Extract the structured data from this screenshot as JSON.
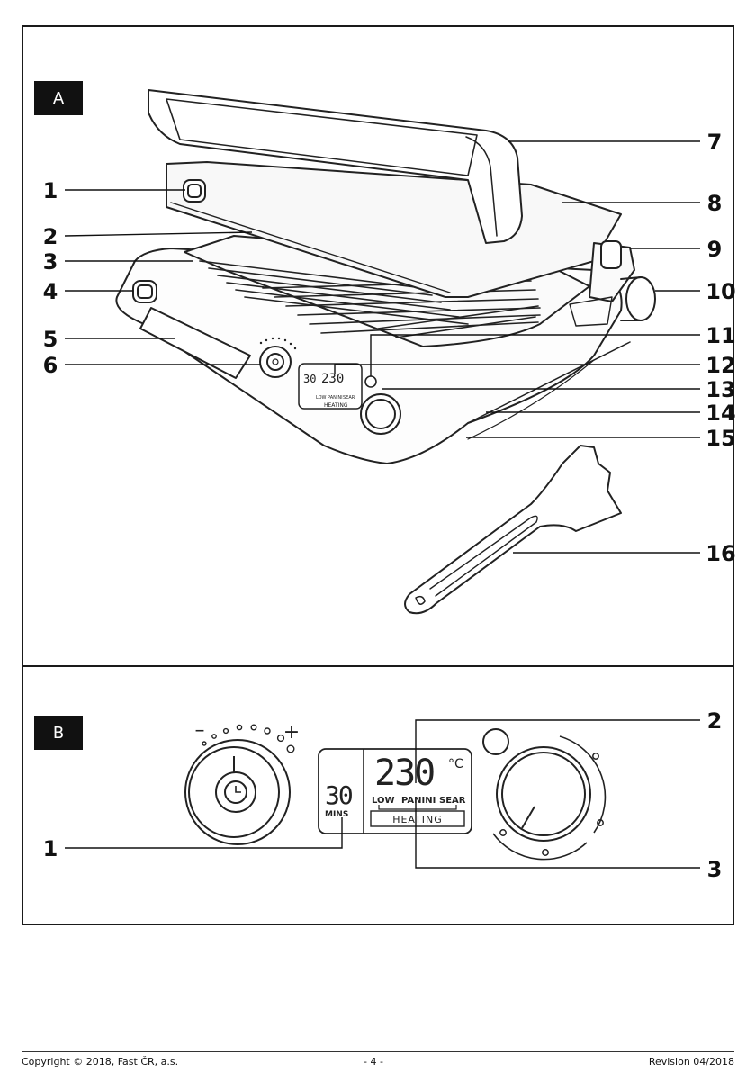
{
  "panels": {
    "a": {
      "tag": "A"
    },
    "b": {
      "tag": "B"
    }
  },
  "callouts_a": [
    "1",
    "2",
    "3",
    "4",
    "5",
    "6",
    "7",
    "8",
    "9",
    "10",
    "11",
    "12",
    "13",
    "14",
    "15",
    "16"
  ],
  "callouts_b": [
    "1",
    "2",
    "3"
  ],
  "display": {
    "time": "30",
    "time_unit": "MINS",
    "temperature": "230",
    "temperature_unit": "°C",
    "modes": [
      "LOW",
      "PANINI",
      "SEAR"
    ],
    "status": "HEATING"
  },
  "timer_dial": {
    "minus": "–",
    "plus": "+"
  },
  "footer": {
    "copyright": "Copyright © 2018, Fast ČR, a.s.",
    "page": "- 4 -",
    "revision": "Revision 04/2018"
  }
}
